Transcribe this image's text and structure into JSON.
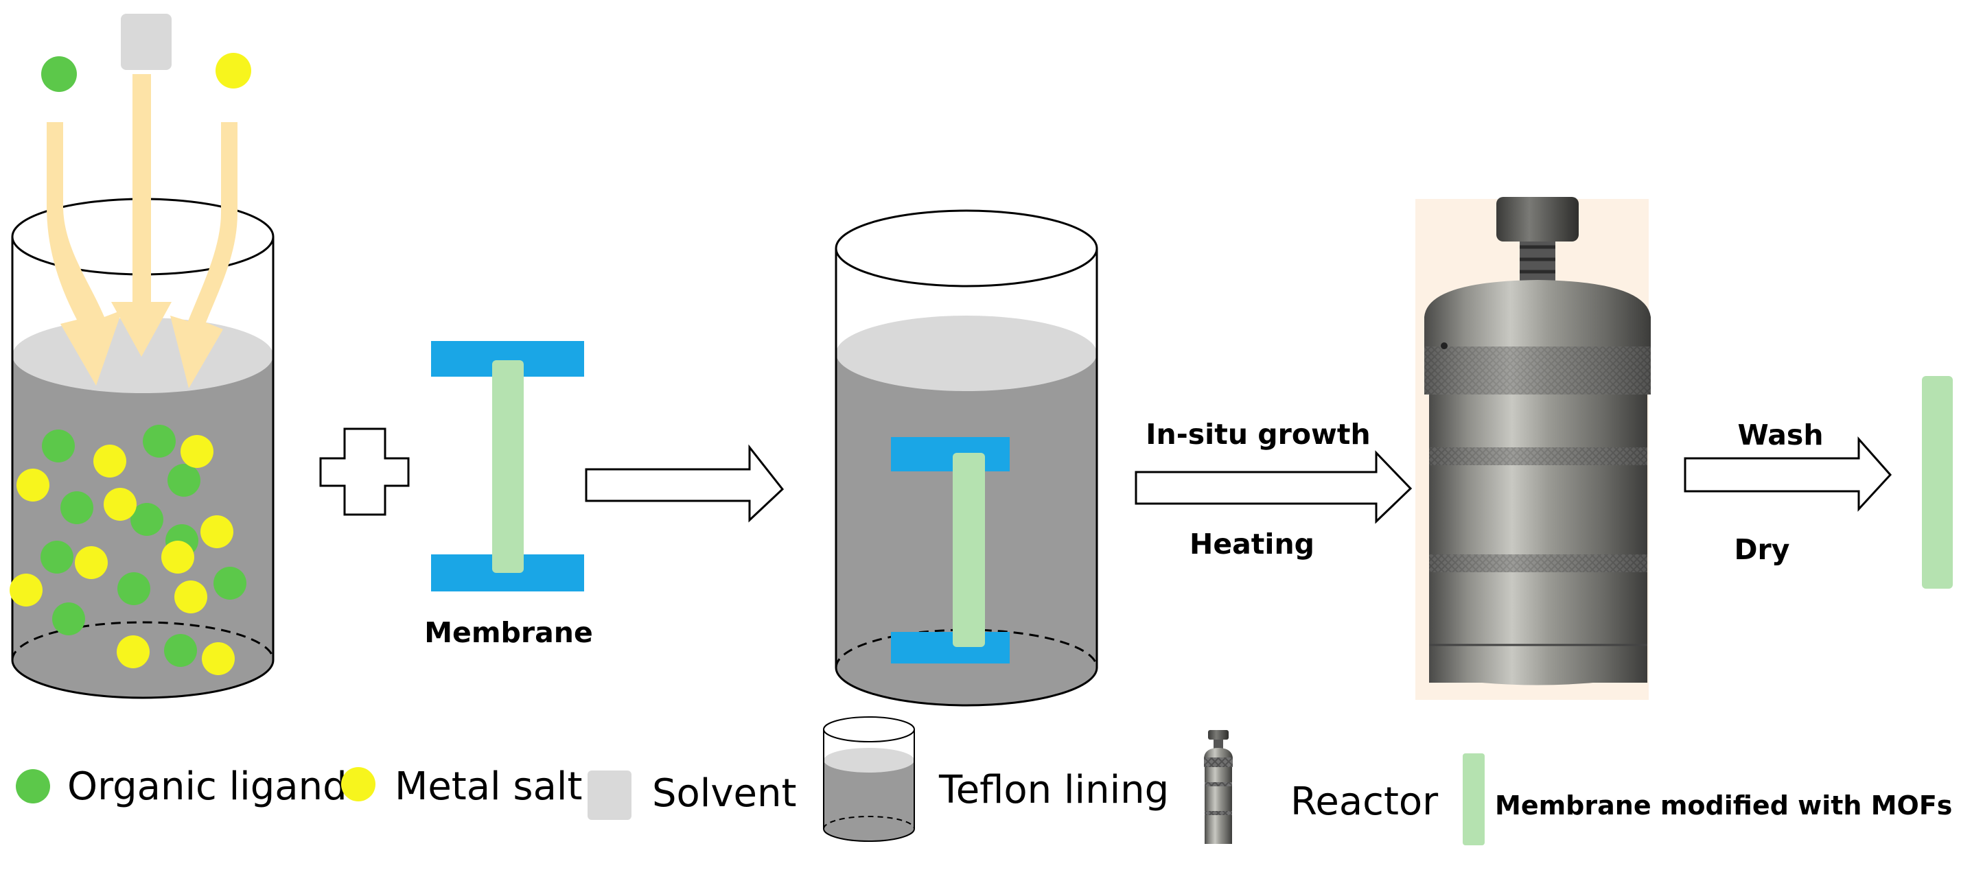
{
  "labels": {
    "membrane": "Membrane",
    "in_situ_growth": "In-situ growth",
    "heating": "Heating",
    "wash": "Wash",
    "dry": "Dry"
  },
  "legend": {
    "organic_ligand": "Organic ligand",
    "metal_salt": "Metal salt",
    "solvent": "Solvent",
    "teflon_lining": "Teflon lining",
    "reactor": "Reactor",
    "membrane_modified": "Membrane modified with MOFs"
  },
  "colors": {
    "organic_ligand": "#5cc84a",
    "metal_salt": "#f7f51d",
    "solvent": "#d9d9d9",
    "liquid_top": "#d9d9d9",
    "liquid_body": "#9a9a9a",
    "membrane_holder": "#1aa6e6",
    "membrane_strip": "#b5e2b0",
    "flow_arrow": "#fde3a7"
  },
  "icons": {
    "plus": "plus-icon",
    "arrow": "hollow-right-arrow-icon",
    "reactor": "autoclave-reactor-icon"
  }
}
